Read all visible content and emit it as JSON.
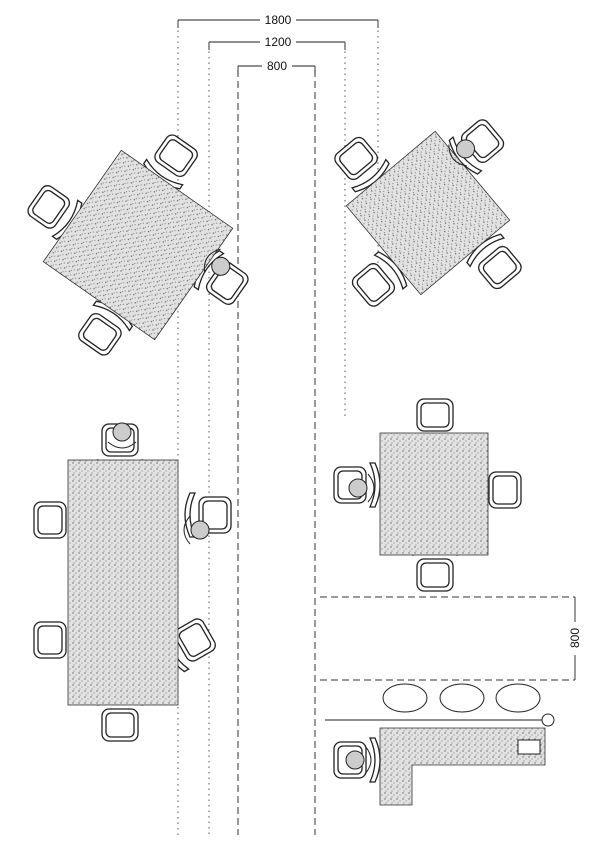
{
  "dimensions": {
    "width_1800": "1800",
    "width_1200": "1200",
    "width_800": "800",
    "clearance_800": "800"
  }
}
